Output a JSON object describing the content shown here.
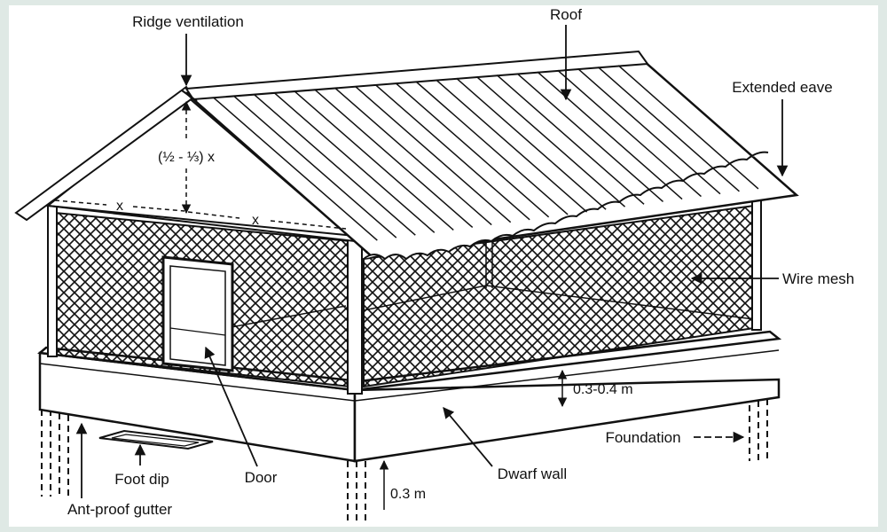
{
  "labels": {
    "ridge_ventilation": "Ridge ventilation",
    "roof": "Roof",
    "extended_eave": "Extended eave",
    "wire_mesh": "Wire mesh",
    "door": "Door",
    "foot_dip": "Foot dip",
    "ant_proof_gutter": "Ant-proof gutter",
    "dwarf_wall": "Dwarf wall",
    "foundation": "Foundation",
    "wall_height": "0.3-0.4 m",
    "foundation_depth": "0.3 m",
    "ridge_height": "(½ - ⅓) x",
    "x_left": "x",
    "x_right": "x"
  },
  "colors": {
    "background": "#dfe9e5",
    "panel": "#ffffff",
    "ink": "#111111"
  }
}
